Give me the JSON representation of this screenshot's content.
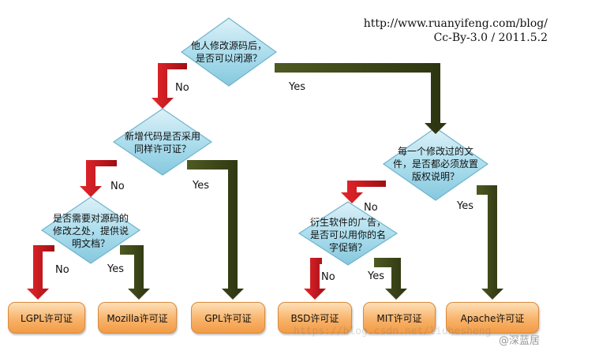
{
  "credit": {
    "url": "http://www.ruanyifeng.com/blog/",
    "license": "Cc-By-3.0 / 2011.5.2"
  },
  "nodes": {
    "q1": "他人修改源码后，\n是否可以闭源？",
    "q2": "新增代码是否采用\n同样许可证？",
    "q3": "是否需要对源码的\n修改之处，提供说\n明文档？",
    "q4": "每一个修改过的文\n件，是否都必须放置\n版权说明？",
    "q5": "衍生软件的广告，\n是否可以用你的名\n字促销？"
  },
  "labels": {
    "yes": "Yes",
    "no": "No"
  },
  "leaves": {
    "lgpl": "LGPL许可证",
    "mozilla": "Mozilla许可证",
    "gpl": "GPL许可证",
    "bsd": "BSD许可证",
    "mit": "MIT许可证",
    "apache": "Apache许可证"
  },
  "watermark": "https://blog.csdn.net/liuhesheng",
  "stamp": "@深蓝居",
  "colors": {
    "diamond_fill": "#a9dcec",
    "diamond_border": "#6fb4cc",
    "no_arrow": "#c8141a",
    "yes_arrow": "#3f4a1a",
    "leaf_fill": "#f6a85a"
  }
}
